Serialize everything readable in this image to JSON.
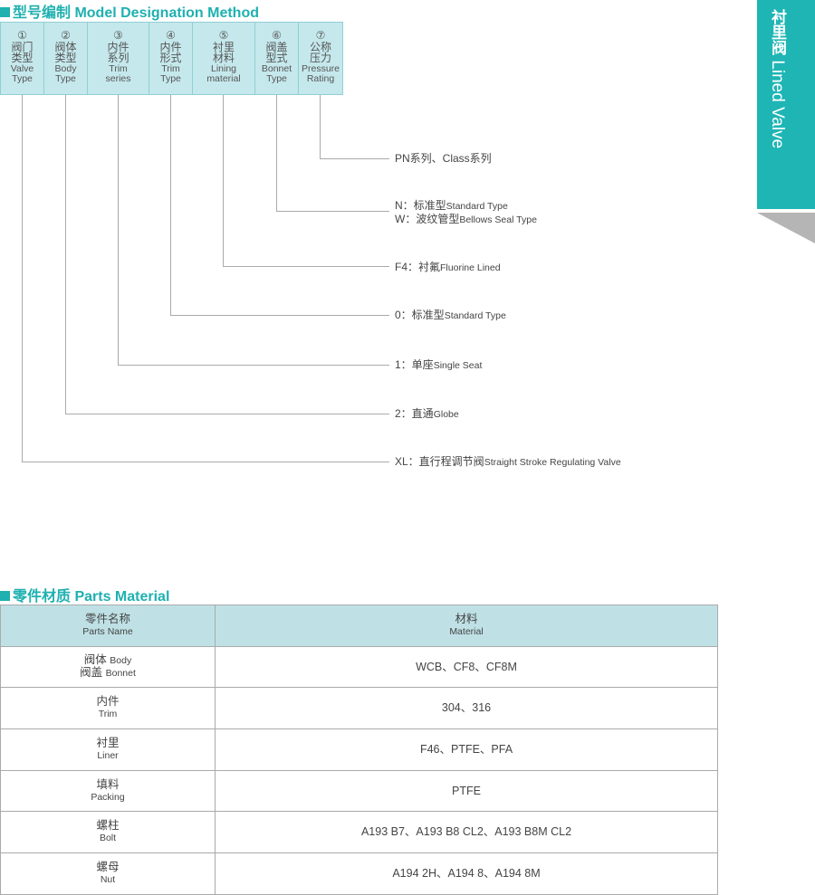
{
  "designation": {
    "title": "型号编制 Model Designation Method",
    "columns": [
      {
        "num": "①",
        "cn1": "阀门",
        "cn2": "类型",
        "en1": "Valve",
        "en2": "Type"
      },
      {
        "num": "②",
        "cn1": "阀体",
        "cn2": "类型",
        "en1": "Body",
        "en2": "Type"
      },
      {
        "num": "③",
        "cn1": "内件",
        "cn2": "系列",
        "en1": "Trim",
        "en2": "series"
      },
      {
        "num": "④",
        "cn1": "内件",
        "cn2": "形式",
        "en1": "Trim",
        "en2": "Type"
      },
      {
        "num": "⑤",
        "cn1": "衬里",
        "cn2": "材料",
        "en1": "Lining",
        "en2": "material"
      },
      {
        "num": "⑥",
        "cn1": "阀盖",
        "cn2": "型式",
        "en1": "Bonnet",
        "en2": "Type"
      },
      {
        "num": "⑦",
        "cn1": "公称",
        "cn2": "压力",
        "en1": "Pressure",
        "en2": "Rating"
      }
    ],
    "labels": {
      "pressure": {
        "a": "PN系列、Class系列"
      },
      "bonnet": {
        "a": "N：标准型",
        "a_en": "Standard Type",
        "b": "W：波纹管型",
        "b_en": "Bellows Seal Type"
      },
      "lining": {
        "a": "F4：衬氟",
        "a_en": "Fluorine Lined"
      },
      "trim_type": {
        "a": "0：标准型",
        "a_en": "Standard Type"
      },
      "trim_series": {
        "a": "1：单座",
        "a_en": "Single Seat"
      },
      "body": {
        "a": "2：直通",
        "a_en": "Globe"
      },
      "valve": {
        "a": "XL：直行程调节阀",
        "a_en": "Straight Stroke Regulating Valve"
      }
    }
  },
  "side_tab": {
    "cn": "衬里阀",
    "en": "Lined Valve"
  },
  "parts": {
    "title": "零件材质 Parts Material",
    "header": {
      "c1_cn": "零件名称",
      "c1_en": "Parts Name",
      "c2_cn": "材料",
      "c2_en": "Material"
    },
    "rows": [
      {
        "cn": "阀体",
        "en": "Body",
        "cn2": "阀盖",
        "en2": "Bonnet",
        "mat": "WCB、CF8、CF8M"
      },
      {
        "cn": "内件",
        "en": "Trim",
        "mat": "304、316"
      },
      {
        "cn": "衬里",
        "en": "Liner",
        "mat": "F46、PTFE、PFA"
      },
      {
        "cn": "填料",
        "en": "Packing",
        "mat": "PTFE"
      },
      {
        "cn": "螺柱",
        "en": "Bolt",
        "mat": "A193 B7、A193 B8 CL2、A193 B8M CL2"
      },
      {
        "cn": "螺母",
        "en": "Nut",
        "mat": "A194 2H、A194 8、A194 8M"
      }
    ]
  }
}
